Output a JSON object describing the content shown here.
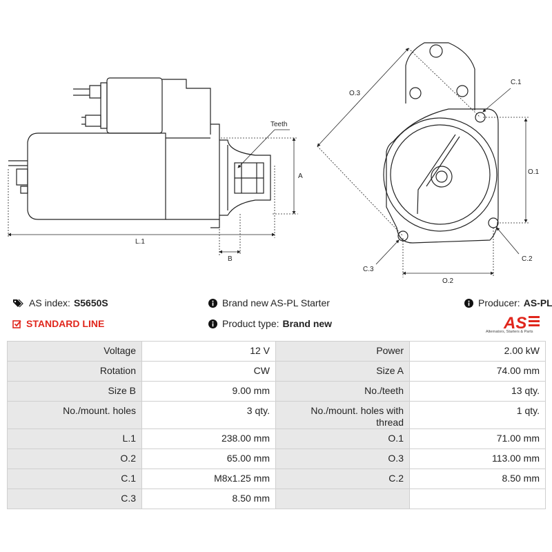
{
  "drawing": {
    "labels": {
      "teeth": "Teeth",
      "a": "A",
      "l1": "L.1",
      "b": "B",
      "o3": "O.3",
      "c1_top": "C.1",
      "o1": "O.1",
      "c2": "C.2",
      "c3": "C.3",
      "o2": "O.2"
    }
  },
  "info": {
    "as_index_label": "AS index:",
    "as_index_value": "S5650S",
    "brand_text": "Brand new AS-PL Starter",
    "producer_label": "Producer:",
    "producer_value": "AS-PL",
    "standard_line": "STANDARD LINE",
    "product_type_label": "Product type:",
    "product_type_value": "Brand new"
  },
  "logo": {
    "mark": "AS",
    "tagline": "Alternators, Starters & Parts"
  },
  "specs": [
    {
      "l1": "Voltage",
      "v1": "12 V",
      "l2": "Power",
      "v2": "2.00 kW"
    },
    {
      "l1": "Rotation",
      "v1": "CW",
      "l2": "Size A",
      "v2": "74.00 mm"
    },
    {
      "l1": "Size B",
      "v1": "9.00 mm",
      "l2": "No./teeth",
      "v2": "13 qty."
    },
    {
      "l1": "No./mount. holes",
      "v1": "3 qty.",
      "l2": "No./mount. holes with thread",
      "v2": "1 qty."
    },
    {
      "l1": "L.1",
      "v1": "238.00 mm",
      "l2": "O.1",
      "v2": "71.00 mm"
    },
    {
      "l1": "O.2",
      "v1": "65.00 mm",
      "l2": "O.3",
      "v2": "113.00 mm"
    },
    {
      "l1": "C.1",
      "v1": "M8x1.25 mm",
      "l2": "C.2",
      "v2": "8.50 mm"
    },
    {
      "l1": "C.3",
      "v1": "8.50 mm",
      "l2": "",
      "v2": ""
    }
  ],
  "colors": {
    "accent_red": "#e0261c",
    "label_cell": "#e8e8e8",
    "border": "#cfcfcf"
  }
}
